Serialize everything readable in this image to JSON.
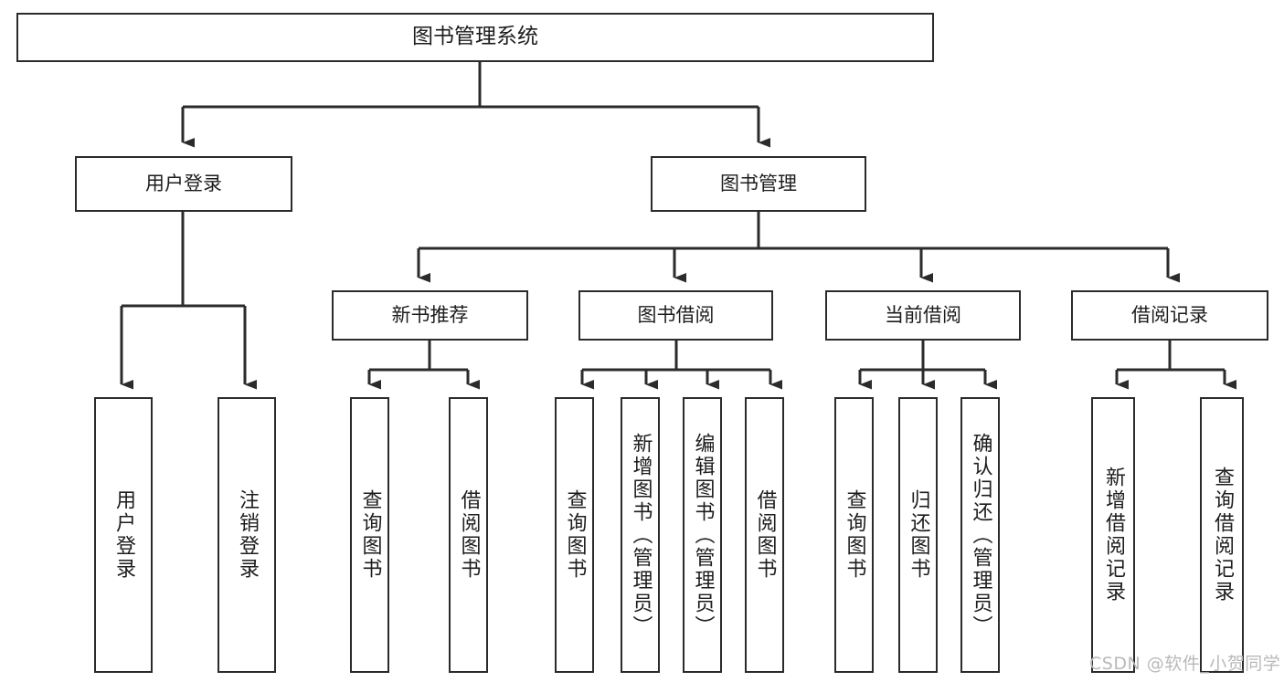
{
  "diagram": {
    "title": "图书管理系统",
    "type": "tree",
    "colors": {
      "stroke": "#2b2b2b",
      "fill": "#ffffff",
      "text": "#1d1d1d",
      "watermark": "#b9b9b9"
    },
    "nodes": {
      "root": {
        "label": "图书管理系统"
      },
      "level2": [
        {
          "id": "user-login",
          "label": "用户登录"
        },
        {
          "id": "book-manage",
          "label": "图书管理"
        }
      ],
      "level3": [
        {
          "id": "new-book-rec",
          "label": "新书推荐"
        },
        {
          "id": "book-borrow",
          "label": "图书借阅"
        },
        {
          "id": "current-borrow",
          "label": "当前借阅"
        },
        {
          "id": "borrow-record",
          "label": "借阅记录"
        }
      ],
      "leaves": [
        {
          "id": "leaf-user-login",
          "label": "用户登录"
        },
        {
          "id": "leaf-logout",
          "label": "注销登录"
        },
        {
          "id": "leaf-query-book-1",
          "label": "查询图书"
        },
        {
          "id": "leaf-borrow-book-1",
          "label": "借阅图书"
        },
        {
          "id": "leaf-query-book-2",
          "label": "查询图书"
        },
        {
          "id": "leaf-add-book",
          "label": "新增图书（管理员）"
        },
        {
          "id": "leaf-edit-book",
          "label": "编辑图书（管理员）"
        },
        {
          "id": "leaf-borrow-book-2",
          "label": "借阅图书"
        },
        {
          "id": "leaf-query-book-3",
          "label": "查询图书"
        },
        {
          "id": "leaf-return-book",
          "label": "归还图书"
        },
        {
          "id": "leaf-confirm-return",
          "label": "确认归还（管理员）"
        },
        {
          "id": "leaf-add-record",
          "label": "新增借阅记录"
        },
        {
          "id": "leaf-query-record",
          "label": "查询借阅记录"
        }
      ]
    },
    "edges": [
      {
        "from": "root",
        "to": "user-login"
      },
      {
        "from": "root",
        "to": "book-manage"
      },
      {
        "from": "user-login",
        "to": "leaf-user-login"
      },
      {
        "from": "user-login",
        "to": "leaf-logout"
      },
      {
        "from": "book-manage",
        "to": "new-book-rec"
      },
      {
        "from": "book-manage",
        "to": "book-borrow"
      },
      {
        "from": "book-manage",
        "to": "current-borrow"
      },
      {
        "from": "book-manage",
        "to": "borrow-record"
      },
      {
        "from": "new-book-rec",
        "to": "leaf-query-book-1"
      },
      {
        "from": "new-book-rec",
        "to": "leaf-borrow-book-1"
      },
      {
        "from": "book-borrow",
        "to": "leaf-query-book-2"
      },
      {
        "from": "book-borrow",
        "to": "leaf-add-book"
      },
      {
        "from": "book-borrow",
        "to": "leaf-edit-book"
      },
      {
        "from": "book-borrow",
        "to": "leaf-borrow-book-2"
      },
      {
        "from": "current-borrow",
        "to": "leaf-query-book-3"
      },
      {
        "from": "current-borrow",
        "to": "leaf-return-book"
      },
      {
        "from": "current-borrow",
        "to": "leaf-confirm-return"
      },
      {
        "from": "borrow-record",
        "to": "leaf-add-record"
      },
      {
        "from": "borrow-record",
        "to": "leaf-query-record"
      }
    ]
  },
  "watermark": {
    "text": "CSDN @软件_小贺同学"
  }
}
